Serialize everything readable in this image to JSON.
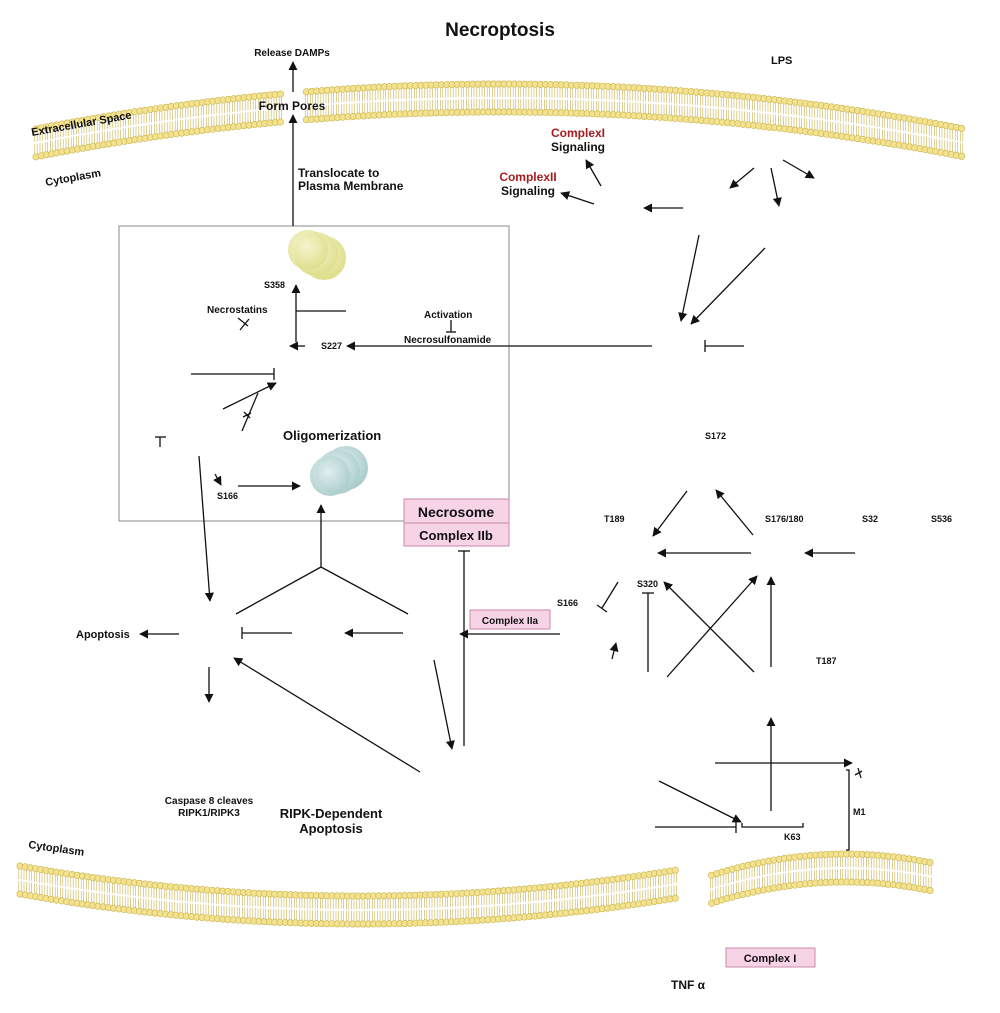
{
  "title": "Necroptosis",
  "compartments": {
    "extracellular": "Extracellular Space",
    "cytoplasm_top": "Cytoplasm",
    "cytoplasm_bottom": "Cytoplasm"
  },
  "steps": {
    "release": "Release DAMPs",
    "pores": "Form Pores",
    "translocate_1": "Translocate to",
    "translocate_2": "Plasma Membrane",
    "oligomerization": "Oligomerization",
    "activation": "Activation",
    "necrosulfonamide": "Necrosulfonamide",
    "necrostatins": "Necrostatins",
    "apoptosis": "Apoptosis",
    "caspase_1": "Caspase 8 cleaves",
    "caspase_2": "RIPK1/RIPK3",
    "ripk_dep_1": "RIPK-Dependent",
    "ripk_dep_2": "Apoptosis"
  },
  "ligands": {
    "lps": "LPS",
    "tnf": "TNF α"
  },
  "signaling": {
    "c1_name": "ComplexI",
    "c1_label": "Signaling",
    "c2_name": "ComplexII",
    "c2_label": "Signaling"
  },
  "sites": {
    "s358": "S358",
    "s227": "S227",
    "s166_left": "S166",
    "s172": "S172",
    "t189": "T189",
    "s176_180": "S176/180",
    "s32": "S32",
    "s536": "S536",
    "s166_right": "S166",
    "s320": "S320",
    "t187": "T187",
    "k63": "K63",
    "m1": "M1"
  },
  "complexes": {
    "necrosome": "Necrosome",
    "complex_iib": "Complex IIb",
    "complex_iia": "Complex IIa",
    "complex_i": "Complex I"
  },
  "colors": {
    "accent_red": "#a61c1c",
    "complex_box": "#f7d3e6",
    "complex_border": "#c98aab",
    "lipid_head": "#f3e28f",
    "lipid_stroke": "#c9b24a",
    "mlkl_fill": "#e6e7a8",
    "oligomer_fill": "#bcd7d6"
  }
}
